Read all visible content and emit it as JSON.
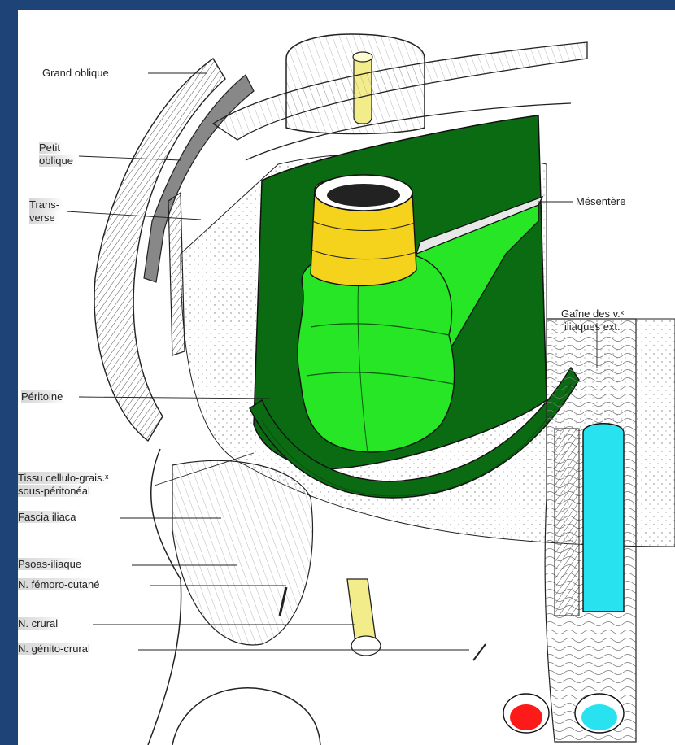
{
  "labels": {
    "grand_oblique": "Grand oblique",
    "petit_oblique_1": "Petit",
    "petit_oblique_2": "oblique",
    "transverse_1": "Trans-",
    "transverse_2": "verse",
    "peritoine": "Péritoine",
    "tissu_1": "Tissu cellulo-grais.ˣ",
    "tissu_2": "sous-péritonéal",
    "fascia": "Fascia iliaca",
    "psoas": "Psoas-iliaque",
    "femoro": "N. fémoro-cutané",
    "crural": "N. crural",
    "genito": "N. génito-crural",
    "mesentere": "Mésentère",
    "gaine_1": "Gaîne des v.ˣ",
    "gaine_2": "iliaques ext."
  },
  "colors": {
    "background": "#1e4477",
    "peritoneum": "#0b6b12",
    "intestine_bright": "#26e626",
    "intestine_yellow": "#f5d21c",
    "nerve_yellow": "#f3ec8a",
    "vein": "#28e2f0",
    "artery": "#ff1a1a"
  }
}
